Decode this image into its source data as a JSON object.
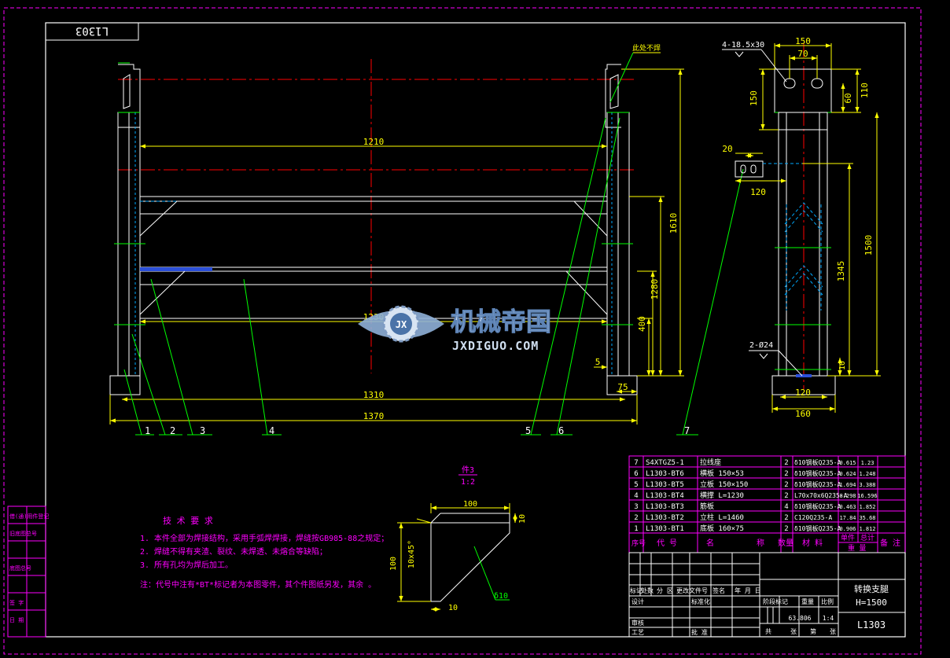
{
  "drawing_code": "L1303",
  "colors": {
    "bg": "#000000",
    "frame": "#ffffff",
    "part": "#ffffff",
    "dim": "#ffff00",
    "center": "#ff0000",
    "leader": "#00ff00",
    "table": "#ff00ff",
    "hidden": "#00aaff"
  },
  "front_view": {
    "dims": [
      "1210",
      "1610",
      "1280",
      "400",
      "1230",
      "1310",
      "1370",
      "75",
      "5"
    ],
    "balloons": [
      "1",
      "2",
      "3",
      "4",
      "5",
      "6",
      "7"
    ],
    "note_top_right": "此处不焊"
  },
  "side_view": {
    "dims": [
      "150",
      "70",
      "110",
      "60",
      "150",
      "20",
      "120",
      "1500",
      "1345",
      "10",
      "120",
      "160"
    ],
    "hole_callout_top": "4-18.5x30",
    "hole_callout_bottom": "2-Ø24"
  },
  "detail_view": {
    "label": "件3",
    "scale": "1:2",
    "dims": [
      "100",
      "10",
      "100",
      "10x45°",
      "10"
    ],
    "weld": "10"
  },
  "tech_requirements": {
    "title": "技 术 要 求",
    "lines": [
      "1. 本件全部为焊接结构，采用手弧焊焊接，焊缝按GB985-88之规定；",
      "2. 焊缝不得有夹渣、裂纹、未焊透、未熔合等缺陷；",
      "3. 所有孔均为焊后加工。",
      "注：代号中注有*BT*标记者为本图零件，其个件图纸另发，其余 。"
    ]
  },
  "bom": {
    "rows": [
      {
        "no": "7",
        "code": "S4XTGZ5-1",
        "name": "拉线座",
        "qty": "2",
        "material": "δ10钢板Q235-A",
        "unit": "0.615",
        "total": "1.23"
      },
      {
        "no": "6",
        "code": "L1303-BT6",
        "name": "横板 150×53",
        "qty": "2",
        "material": "δ10钢板Q235-A",
        "unit": "0.624",
        "total": "1.248"
      },
      {
        "no": "5",
        "code": "L1303-BT5",
        "name": "立板 150×150",
        "qty": "2",
        "material": "δ10钢板Q235-A",
        "unit": "1.694",
        "total": "3.388"
      },
      {
        "no": "4",
        "code": "L1303-BT4",
        "name": "横撑 L=1230",
        "qty": "2",
        "material": "L70x70x6Q235-A",
        "unit": "8.298",
        "total": "16.596"
      },
      {
        "no": "3",
        "code": "L1303-BT3",
        "name": "筋板",
        "qty": "4",
        "material": "δ10钢板Q235-A",
        "unit": "0.463",
        "total": "1.852"
      },
      {
        "no": "2",
        "code": "L1303-BT2",
        "name": "立柱 L=1460",
        "qty": "2",
        "material": "C120Q235-A",
        "unit": "17.84",
        "total": "35.68"
      },
      {
        "no": "1",
        "code": "L1303-BT1",
        "name": "底板 160×75",
        "qty": "2",
        "material": "δ10钢板Q235-A",
        "unit": "0.906",
        "total": "1.812"
      }
    ],
    "headers": [
      "序号",
      "代 号",
      "名",
      "称",
      "数量",
      "材 料",
      "单件",
      "总计",
      "重 量",
      "备 注"
    ]
  },
  "title_block": {
    "rev_labels": [
      "标记",
      "处数",
      "分 区",
      "更改文件号",
      "签名",
      "年 月 日"
    ],
    "role_labels": [
      "设计",
      "审核",
      "工艺",
      "标准化",
      "批 准"
    ],
    "stage_labels": [
      "阶段标记",
      "重量",
      "比例"
    ],
    "weight": "63.806",
    "scale": "1:4",
    "sheets": [
      "共",
      "张",
      "第",
      "张"
    ],
    "title": "转换支腿",
    "subtitle": "H=1500",
    "code": "L1303"
  },
  "side_strip": [
    "借(通)用件登记",
    "旧底图总号",
    "底图总号",
    "签  字",
    "日  期"
  ],
  "watermark": {
    "cn": "机械帝国",
    "en": "JXDIGUO.COM",
    "badge": "JX"
  }
}
